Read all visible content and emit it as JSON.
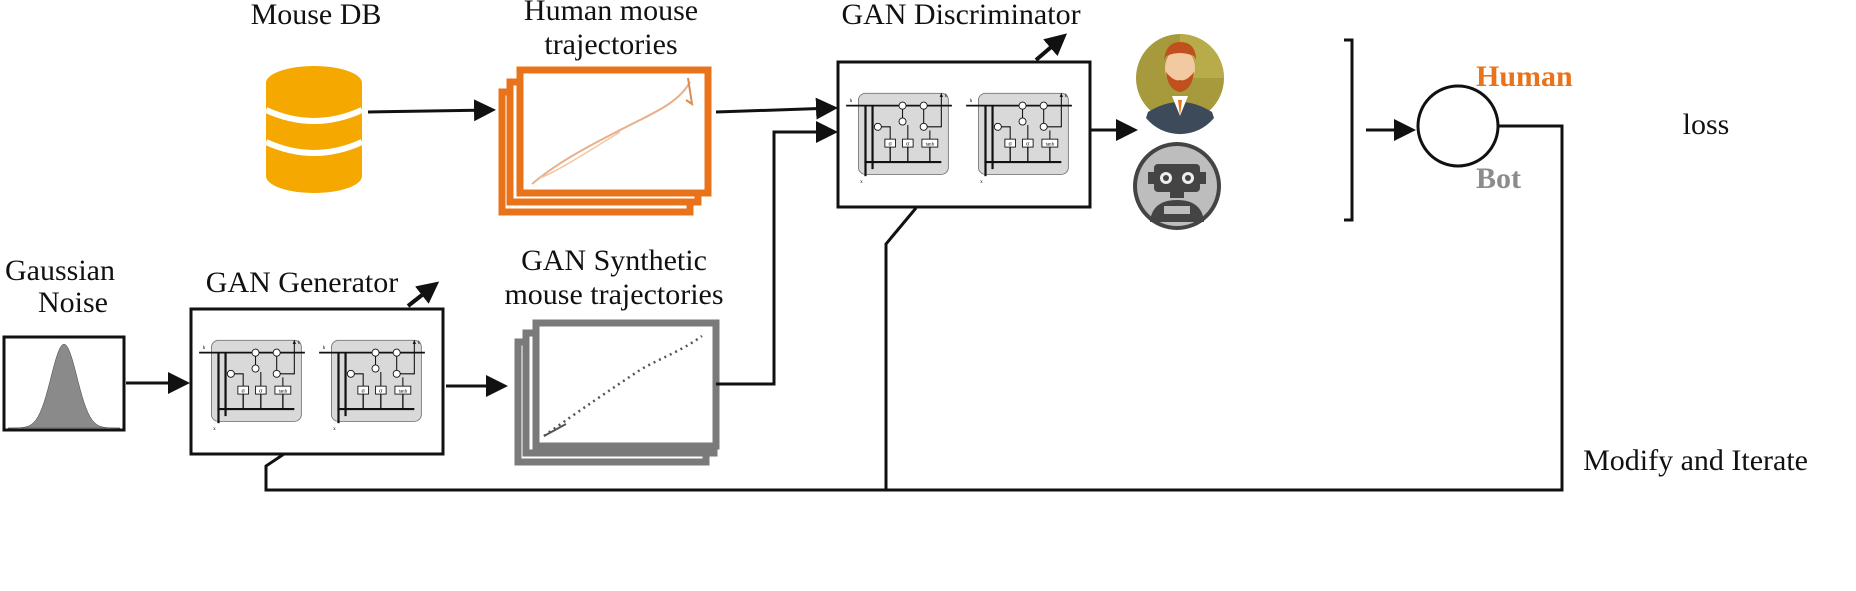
{
  "labels": {
    "mouse_db": "Mouse DB",
    "human_traj_line1": "Human mouse",
    "human_traj_line2": "trajectories",
    "gan_discriminator": "GAN Discriminator",
    "gaussian_line1": "Gaussian",
    "gaussian_line2": "Noise",
    "gan_generator": "GAN Generator",
    "synthetic_line1": "GAN Synthetic",
    "synthetic_line2": "mouse trajectories",
    "human": "Human",
    "bot": "Bot",
    "loss": "loss",
    "modify_iterate": "Modify and Iterate"
  },
  "lstm_cell": {
    "h_prev": "h",
    "h_out": "h",
    "x_in": "x",
    "sigma": "σ",
    "tanh": "tanh"
  },
  "colors": {
    "orange": "#e8731a",
    "db_orange": "#f5a800",
    "gray": "#7a7a7a",
    "bot_label": "#8c8c8c",
    "black": "#111111"
  },
  "icons": {
    "database": "database-icon",
    "human": "human-avatar-icon",
    "bot": "robot-icon"
  }
}
